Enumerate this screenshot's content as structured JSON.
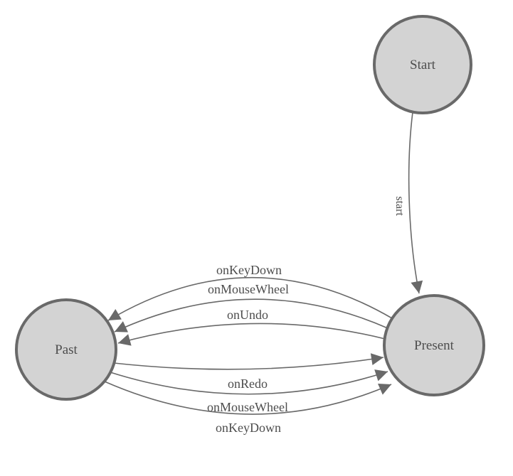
{
  "diagram": {
    "kind": "state-machine",
    "colors": {
      "node_fill": "#d3d3d3",
      "node_stroke": "#696969",
      "edge_color": "#696969",
      "label_color": "#4d4d4d",
      "background": "#ffffff"
    },
    "nodes": [
      {
        "id": "start",
        "label": "Start"
      },
      {
        "id": "present",
        "label": "Present"
      },
      {
        "id": "past",
        "label": "Past"
      }
    ],
    "edges": [
      {
        "from": "Start",
        "to": "Present",
        "label": "start"
      },
      {
        "from": "Present",
        "to": "Past",
        "label": "onKeyDown"
      },
      {
        "from": "Present",
        "to": "Past",
        "label": "onMouseWheel"
      },
      {
        "from": "Present",
        "to": "Past",
        "label": "onUndo"
      },
      {
        "from": "Past",
        "to": "Present",
        "label": "onRedo"
      },
      {
        "from": "Past",
        "to": "Present",
        "label": "onMouseWheel"
      },
      {
        "from": "Past",
        "to": "Present",
        "label": "onKeyDown"
      }
    ]
  }
}
